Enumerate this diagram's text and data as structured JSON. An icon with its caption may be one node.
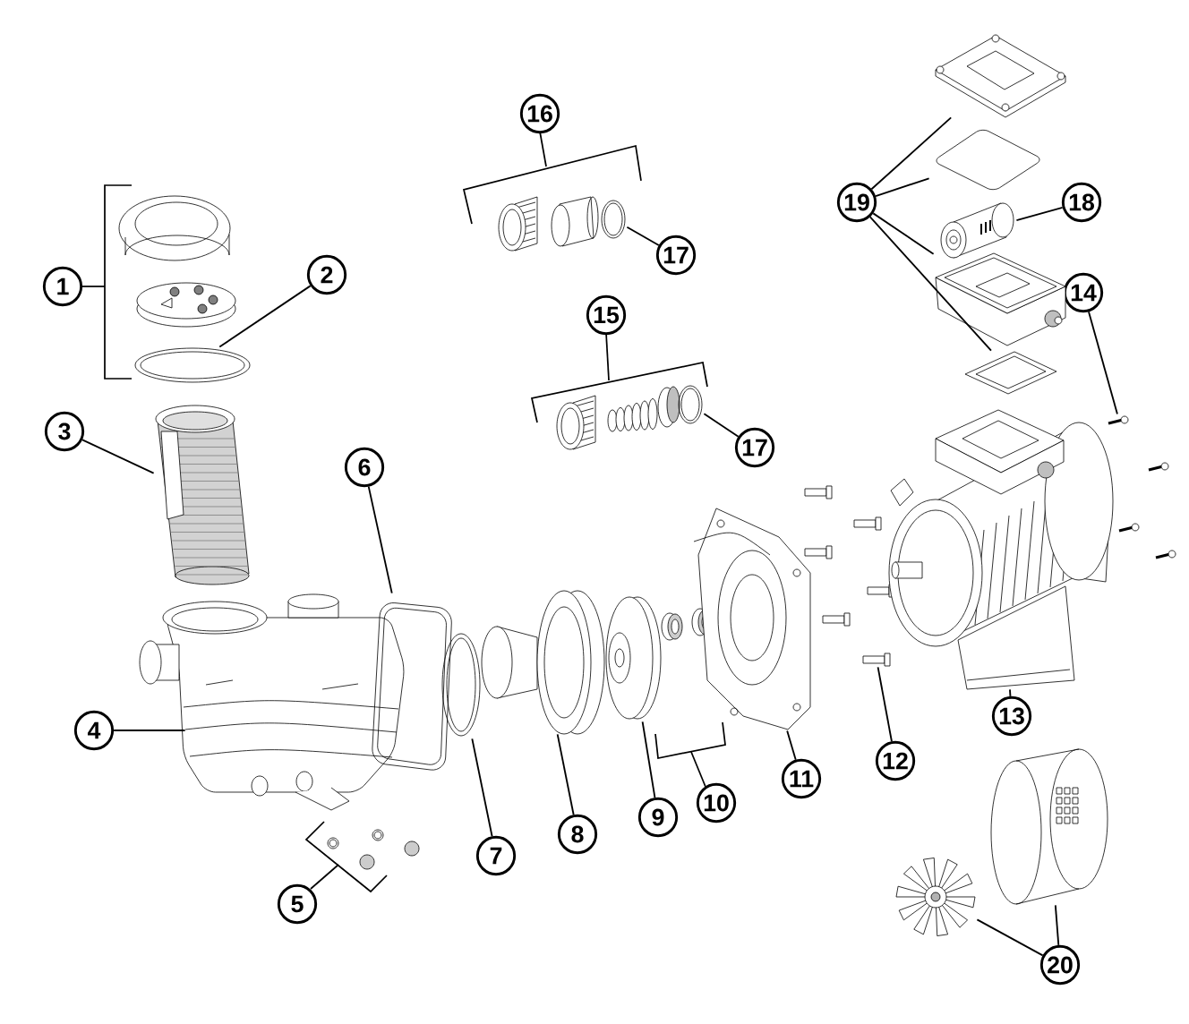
{
  "diagram": {
    "nodes": [
      {
        "text": [
          "1"
        ]
      },
      {
        "text": [
          "2"
        ]
      },
      {
        "text": [
          "3"
        ]
      },
      {
        "text": [
          "4"
        ]
      },
      {
        "text": [
          "5"
        ]
      },
      {
        "text": [
          "6"
        ]
      },
      {
        "text": [
          "7"
        ]
      },
      {
        "text": [
          "8"
        ]
      },
      {
        "text": [
          "9"
        ]
      },
      {
        "text": [
          "10"
        ]
      },
      {
        "text": [
          "11"
        ]
      },
      {
        "text": [
          "12"
        ]
      },
      {
        "text": [
          "13"
        ]
      },
      {
        "text": [
          "14"
        ]
      },
      {
        "text": [
          "15"
        ]
      },
      {
        "text": [
          "16"
        ]
      },
      {
        "text": [
          "17"
        ]
      },
      {
        "text": [
          "17"
        ]
      },
      {
        "text": [
          "18"
        ]
      },
      {
        "text": [
          "19"
        ]
      },
      {
        "text": [
          "20"
        ]
      },
      {
        "text": [],
        "shape": "picture"
      },
      {
        "text": [],
        "shape": "picture"
      },
      {
        "text": [],
        "shape": "picture"
      },
      {
        "text": [],
        "shape": "picture"
      },
      {
        "text": [],
        "shape": "picture"
      },
      {
        "text": [],
        "shape": "picture"
      },
      {
        "text": [],
        "shape": "picture"
      },
      {
        "text": [],
        "shape": "picture"
      },
      {
        "text": [],
        "shape": "picture"
      },
      {
        "text": [],
        "shape": "picture"
      },
      {
        "text": [],
        "shape": "picture"
      },
      {
        "text": [],
        "shape": "picture"
      },
      {
        "text": [],
        "shape": "picture"
      },
      {
        "text": [],
        "shape": "picture"
      },
      {
        "text": [],
        "shape": "picture"
      },
      {
        "text": [],
        "shape": "picture"
      },
      {
        "text": [],
        "shape": "picture"
      },
      {
        "text": [],
        "shape": "picture"
      },
      {
        "text": [],
        "shape": "picture"
      },
      {
        "text": [],
        "shape": "picture"
      }
    ],
    "edges": [
      {
        "from": 1,
        "to": 21,
        "arrow": "none"
      },
      {
        "from": 2,
        "to": 22,
        "arrow": "none"
      },
      {
        "from": 3,
        "to": 23,
        "arrow": "none"
      },
      {
        "from": 5,
        "to": 24,
        "arrow": "none"
      },
      {
        "from": 6,
        "to": 25,
        "arrow": "none"
      },
      {
        "from": 7,
        "to": 26,
        "arrow": "none"
      },
      {
        "from": 8,
        "to": 27,
        "arrow": "none"
      },
      {
        "from": 10,
        "to": 28,
        "arrow": "none"
      },
      {
        "from": 11,
        "to": 29,
        "arrow": "none"
      },
      {
        "from": 12,
        "to": 30,
        "arrow": "none"
      },
      {
        "from": 13,
        "to": 31,
        "arrow": "none"
      },
      {
        "from": 16,
        "to": 32,
        "arrow": "none"
      },
      {
        "from": 17,
        "to": 33,
        "arrow": "none"
      },
      {
        "from": 18,
        "to": 34,
        "arrow": "none"
      },
      {
        "from": 19,
        "to": 35,
        "arrow": "none"
      },
      {
        "from": 19,
        "to": 36,
        "arrow": "none"
      },
      {
        "from": 19,
        "to": 37,
        "arrow": "none"
      },
      {
        "from": 19,
        "to": 38,
        "arrow": "none"
      },
      {
        "from": 20,
        "to": 39,
        "arrow": "none"
      },
      {
        "from": 20,
        "to": 40,
        "arrow": "none"
      }
    ]
  }
}
